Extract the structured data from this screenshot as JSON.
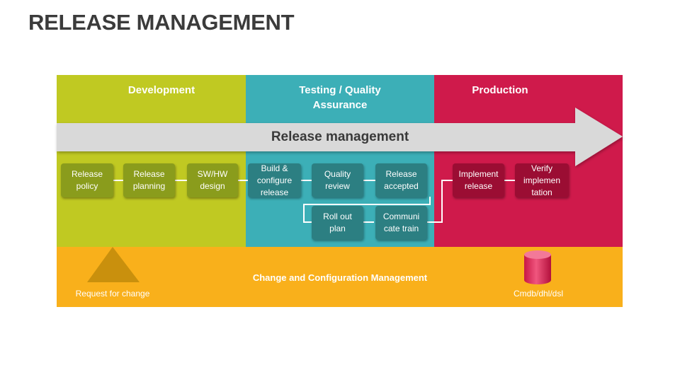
{
  "title": "RELEASE MANAGEMENT",
  "zones": {
    "development": "Development",
    "testing": "Testing / Quality\nAssurance",
    "production": "Production"
  },
  "arrow_label": "Release management",
  "steps": {
    "release_policy": "Release\npolicy",
    "release_planning": "Release\nplanning",
    "sw_hw_design": "SW/HW\ndesign",
    "build_configure": "Build &\nconfigure\nrelease",
    "quality_review": "Quality\nreview",
    "release_accepted": "Release\naccepted",
    "roll_out_plan": "Roll out\nplan",
    "communicate_train": "Communi\ncate train",
    "implement_release": "Implement\nrelease",
    "verify_implementation": "Verify\nimplemen\ntation"
  },
  "bottom": {
    "label": "Change and Configuration Management",
    "request_label": "Request for change",
    "cmdb_label": "Cmdb/dhl/dsl"
  },
  "colors": {
    "development": "#c0c922",
    "testing": "#3cafb7",
    "production": "#cf1a4b",
    "bottom": "#f9b01b",
    "arrow": "#d9d9d9",
    "triangle": "#c9900d",
    "cylinder": "#e32a5a"
  }
}
